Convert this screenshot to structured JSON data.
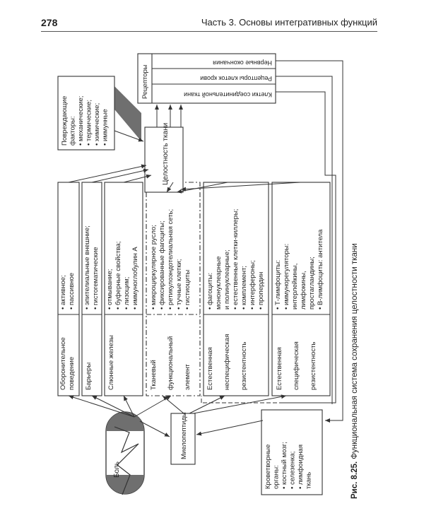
{
  "header": {
    "page_number": "278",
    "chapter": "Часть 3. Основы интегративных функций"
  },
  "figure": {
    "caption_label": "Рис. 8.25.",
    "caption_text": "Функциональная система сохранения целостности ткани",
    "pain": "Боль",
    "myelopeptides": "Миелопептиды",
    "tissue_integrity": "Целостность ткани",
    "receptors": "Рецепторы",
    "receptor_items": [
      "Клетки соединительной ткани",
      "Рецепторы клеток крови",
      "Нервные окончания"
    ],
    "damaging": {
      "title": [
        "Повреждающие",
        "факторы:"
      ],
      "items": [
        "• механические;",
        "• термические;",
        "• химические;",
        "• иммунные"
      ]
    },
    "hematopoietic": {
      "title": [
        "Кроветворные",
        "органы:"
      ],
      "items": [
        "• костный мозг;",
        "• селезенка;",
        "• лимфоидная",
        "  ткань"
      ]
    },
    "rows": [
      {
        "left": [
          "Оборонительное",
          "поведение"
        ],
        "right": [
          "• активное;",
          "• пассивное"
        ]
      },
      {
        "left": [
          "Барьеры"
        ],
        "right": [
          "• эпителиальные внешние;",
          "• гистогематические"
        ]
      },
      {
        "left": [
          "Слюнные железы"
        ],
        "right": [
          "• отмывание;",
          "• буферные свойства;",
          "• лизоцим;",
          "• иммуноглобулин А"
        ]
      },
      {
        "left": [
          "Тканевый",
          "функциональный",
          "элемент"
        ],
        "right": [
          "• микроциркулярное русло;",
          "• фиксированные фагоциты;",
          "• ретикулоэндотелиальная сеть;",
          "• тучные клетки;",
          "• гистиоциты"
        ]
      },
      {
        "left": [
          "Естественная",
          "неспецифическая",
          "резистентность"
        ],
        "right": [
          "• фагоциты:",
          "  мононуклеарные",
          "  и полинуклеарные;",
          "• естественные клетки-киллеры;",
          "• комплемент;",
          "• интерфероны;",
          "• пропердин"
        ]
      },
      {
        "left": [
          "Естественная",
          "специфическая",
          "резистентность"
        ],
        "right": [
          "• Т-лимфоциты:",
          "• иммунорегуляторы:",
          "  интерлейкины,",
          "  лимфокины,",
          "  простагландины;",
          "• В-лимфоциты: антитела"
        ]
      }
    ]
  }
}
